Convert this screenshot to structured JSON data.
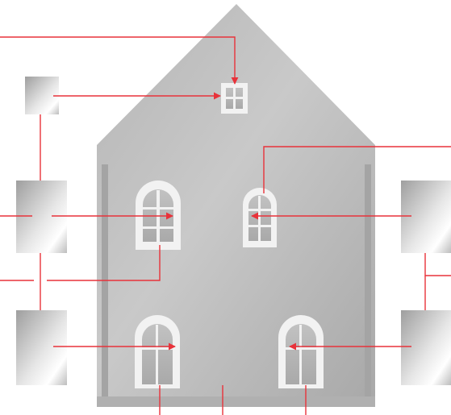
{
  "diagram": {
    "subject": "house-facade",
    "colors": {
      "background": "#ffffff",
      "facade_light": "#c6c6c6",
      "facade_mid": "#b3b3b3",
      "facade_dark": "#9c9c9c",
      "window_frame": "#f4f4f4",
      "window_glass": "#b9b9b9",
      "window_mullion": "#f4f4f4",
      "leader_line": "#e8323a",
      "swatch_dark": "#a8a8a8",
      "swatch_light": "#f2f2f2"
    },
    "swatches": [
      {
        "id": "small-top-left"
      },
      {
        "id": "left-middle"
      },
      {
        "id": "left-bottom"
      },
      {
        "id": "right-middle"
      },
      {
        "id": "right-bottom"
      }
    ],
    "windows": [
      {
        "id": "attic-window",
        "style": "square-four-pane"
      },
      {
        "id": "upper-left",
        "style": "arched-large"
      },
      {
        "id": "upper-right",
        "style": "arched-small"
      },
      {
        "id": "lower-left",
        "style": "arched-tall"
      },
      {
        "id": "lower-right",
        "style": "arched-tall"
      }
    ],
    "labels": []
  }
}
